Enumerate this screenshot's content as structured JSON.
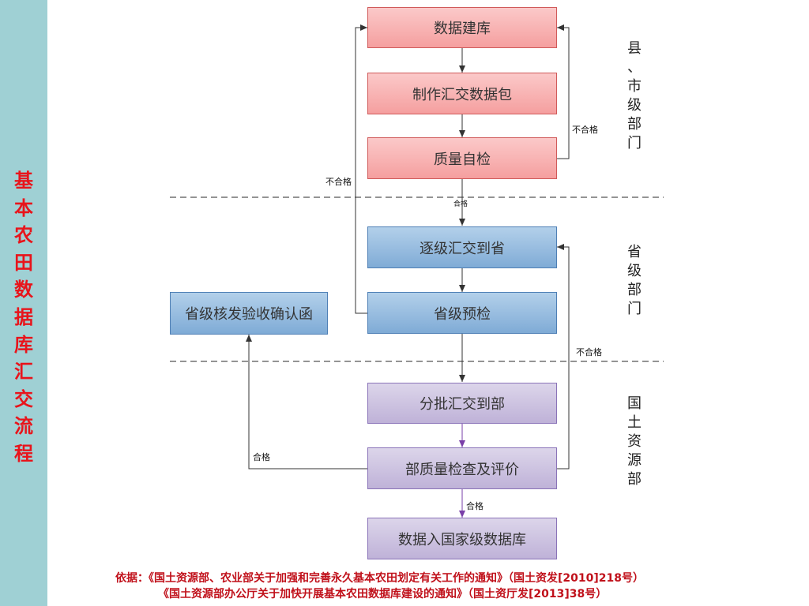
{
  "sidebar": {
    "title_chars": [
      "基",
      "本",
      "农",
      "田",
      "数",
      "据",
      "库",
      "汇",
      "交",
      "流",
      "程"
    ]
  },
  "boxes": {
    "b1": "数据建库",
    "b2": "制作汇交数据包",
    "b3": "质量自检",
    "b4": "逐级汇交到省",
    "b5": "省级预检",
    "b6": "分批汇交到部",
    "b7": "部质量检查及评价",
    "b8": "数据入国家级数据库",
    "b9": "省级核发验收确认函"
  },
  "zones": {
    "county": [
      "县",
      "、",
      "市",
      "级",
      "部",
      "门"
    ],
    "province": [
      "省",
      "级",
      "部",
      "门"
    ],
    "ministry": [
      "国",
      "土",
      "资",
      "源",
      "部"
    ]
  },
  "edge_labels": {
    "fail_county": "不合格",
    "fail_province_loop": "不合格",
    "pass_1": "合格",
    "fail_ministry": "不合格",
    "pass_ministry_left": "合格",
    "pass_ministry_down": "合格"
  },
  "reference": {
    "line1": "依据：《国土资源部、农业部关于加强和完善永久基本农田划定有关工作的通知》（国土资发[2010]218号）",
    "line2": "《国土资源部办公厅关于加快开展基本农田数据库建设的通知》（国土资厅发[2013]38号）"
  }
}
